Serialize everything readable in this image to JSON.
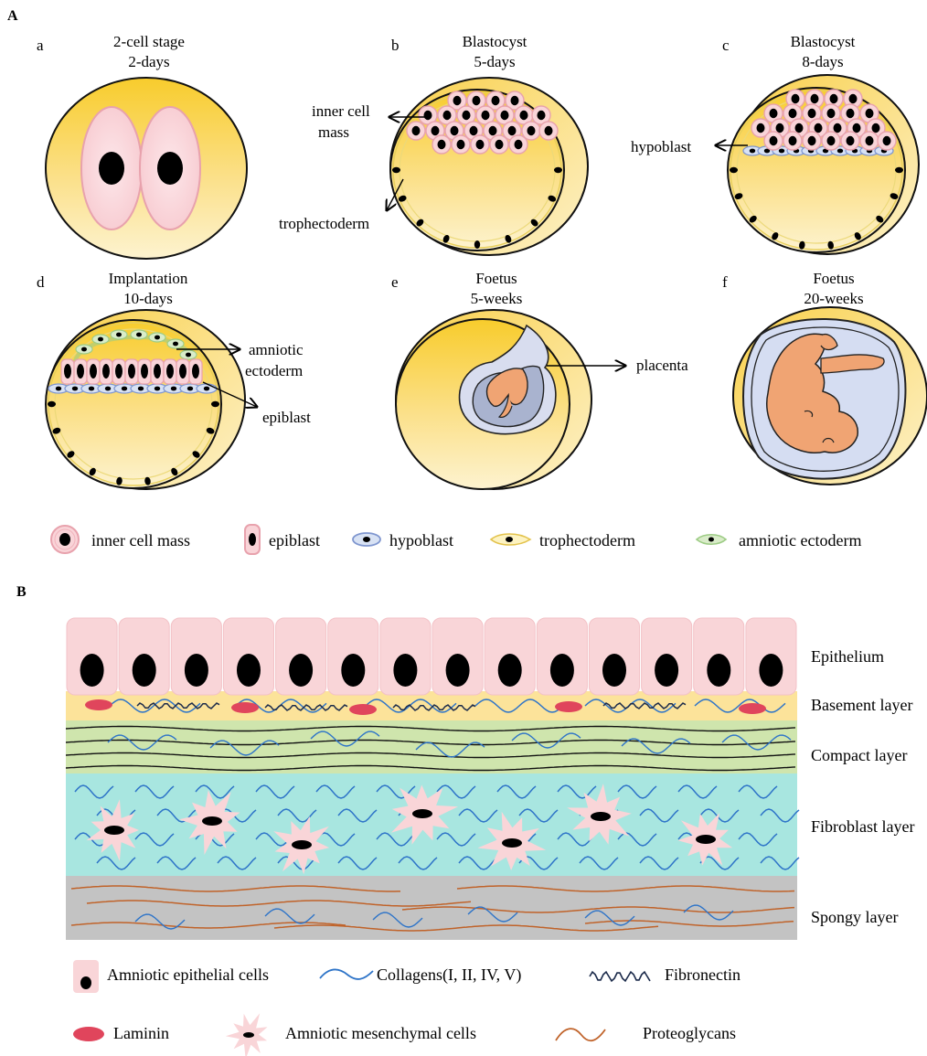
{
  "panel_a": {
    "label": "A",
    "stages": [
      {
        "letter": "a",
        "title1": "2-cell stage",
        "title2": "2-days"
      },
      {
        "letter": "b",
        "title1": "Blastocyst",
        "title2": "5-days"
      },
      {
        "letter": "c",
        "title1": "Blastocyst",
        "title2": "8-days"
      },
      {
        "letter": "d",
        "title1": "Implantation",
        "title2": "10-days"
      },
      {
        "letter": "e",
        "title1": "Foetus",
        "title2": "5-weeks"
      },
      {
        "letter": "f",
        "title1": "Foetus",
        "title2": "20-weeks"
      }
    ],
    "annotations": {
      "inner_cell_mass_1": "inner cell",
      "inner_cell_mass_2": "mass",
      "trophectoderm": "trophectoderm",
      "hypoblast": "hypoblast",
      "amniotic_1": "amniotic",
      "amniotic_2": "ectoderm",
      "epiblast": "epiblast",
      "placenta": "placenta"
    },
    "legend": [
      "inner cell mass",
      "epiblast",
      "hypoblast",
      "trophectoderm",
      "amniotic ectoderm"
    ],
    "colors": {
      "yellow": "#f8cf3c",
      "pink": "#f9d4d8",
      "pink_edge": "#e8a2ad",
      "blue_cell": "#d8e2f4",
      "blue_edge": "#7f96cf",
      "green_cell": "#d9ecc9",
      "green_edge": "#9dcc85",
      "foetus": "#f0a473",
      "amnion": "#d5ddf2"
    }
  },
  "panel_b": {
    "label": "B",
    "layers": [
      "Epithelium",
      "Basement layer",
      "Compact layer",
      "Fibroblast layer",
      "Spongy layer"
    ],
    "legend": {
      "epithelial_cells": "Amniotic epithelial cells",
      "collagens": "Collagens(I, II, IV, V)",
      "fibronectin": "Fibronectin",
      "laminin": "Laminin",
      "mesenchymal_cells": "Amniotic mesenchymal cells",
      "proteoglycans": "Proteoglycans"
    },
    "colors": {
      "epithelium": "#f9d5d8",
      "basement": "#fce39a",
      "compact": "#cfe5ad",
      "fibroblast": "#a8e6e0",
      "spongy": "#c3c3c3",
      "collagen": "#2e74c8",
      "fibronectin": "#1b2a4a",
      "laminin": "#e0455c",
      "proteoglycan": "#c0632a"
    }
  }
}
